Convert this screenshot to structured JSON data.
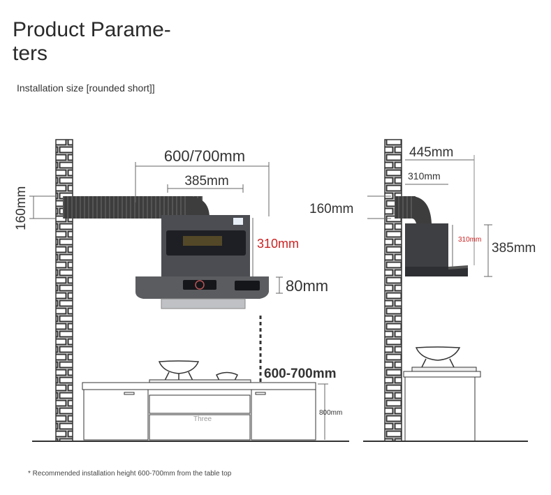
{
  "header": {
    "title_line1": "Product Parame-",
    "title_line2": "ters",
    "subtitle": "Installation size [rounded short]]"
  },
  "front_view": {
    "width_label": "600/700mm",
    "inner_width_label": "385mm",
    "duct_height_label": "160mm",
    "body_height_label": "310mm",
    "panel_height_label": "80mm",
    "install_height_label": "600-700mm",
    "counter_height_label": "800mm",
    "cabinet_text": "Three"
  },
  "side_view": {
    "depth_label": "445mm",
    "inner_depth_label": "310mm",
    "duct_height_label": "160mm",
    "body_height_small_label": "310mm",
    "total_height_label": "385mm"
  },
  "footer": {
    "note": "* Recommended installation height 600-700mm from the table top"
  },
  "colors": {
    "hood_body": "#4b4d52",
    "hood_panel": "#5a5c60",
    "duct": "#3a3a3a",
    "brick_stroke": "#333333",
    "accent_red": "#cc2222"
  }
}
